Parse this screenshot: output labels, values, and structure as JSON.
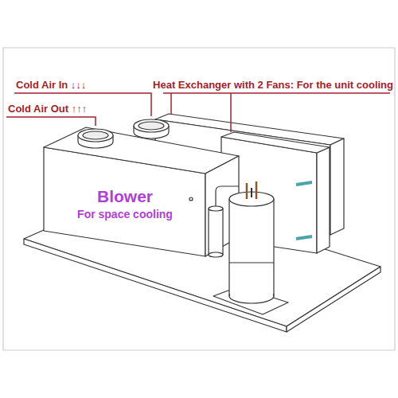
{
  "diagram": {
    "nodes": [
      {
        "text": [
          "Blower",
          "For space cooling"
        ]
      }
    ],
    "labels": [
      "Cold Air In ↓↓↓",
      "Cold Air Out ↑↑↑",
      "Heat Exchanger with 2 Fans: For the unit cooling"
    ]
  }
}
